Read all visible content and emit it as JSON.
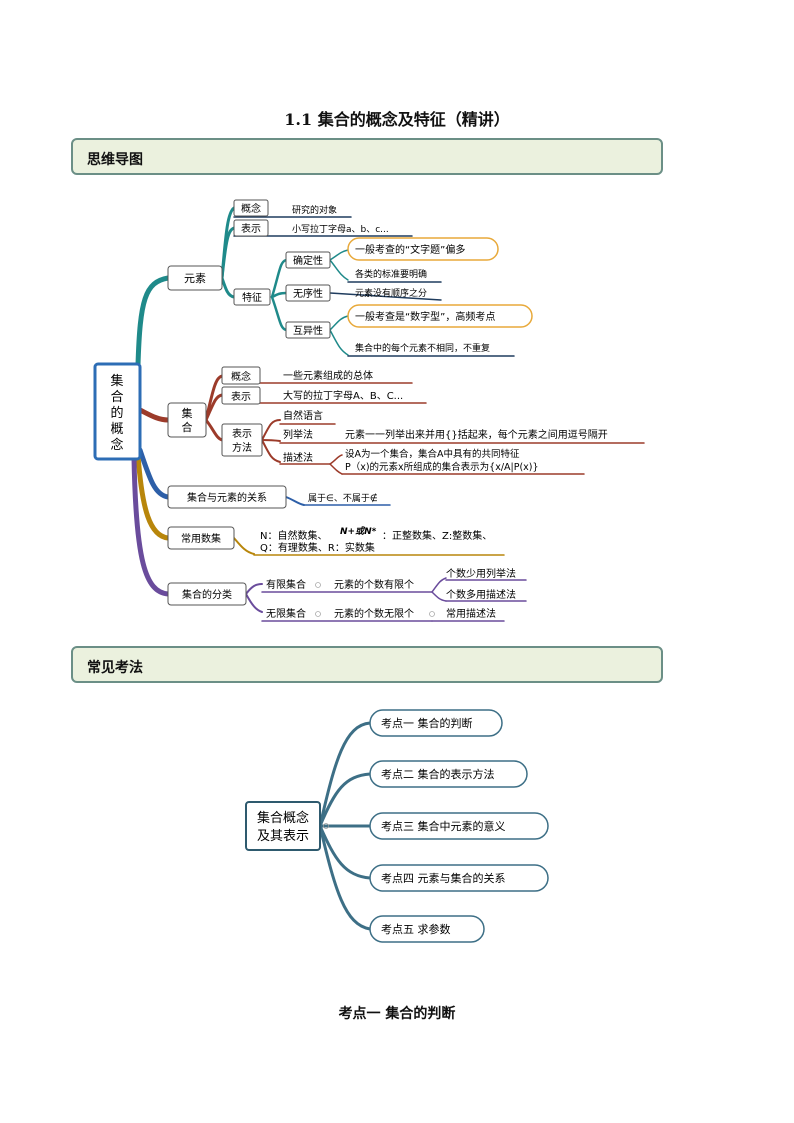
{
  "page_title": "1.1 集合的概念及特征（精讲）",
  "section1_title": "思维导图",
  "section2_title": "常见考法",
  "mindmap": {
    "root": "集合的概念",
    "element_branch": {
      "label": "元素",
      "concept": {
        "label": "概念",
        "text": "研究的对象"
      },
      "representation": {
        "label": "表示",
        "text": "小写拉丁字母a、b、c..."
      },
      "feature": {
        "label": "特征",
        "definite": {
          "label": "确定性",
          "callout": "一般考查的“文字题”偏多",
          "text": "各类的标准要明确"
        },
        "unordered": {
          "label": "无序性",
          "text": "元素没有顺序之分"
        },
        "distinct": {
          "label": "互异性",
          "callout": "一般考查是“数字型”，高频考点",
          "text": "集合中的每个元素不相同，不重复"
        }
      }
    },
    "set_branch": {
      "label": "集合",
      "concept": {
        "label": "概念",
        "text": "一些元素组成的总体"
      },
      "representation": {
        "label": "表示",
        "text": "大写的拉丁字母A、B、C..."
      },
      "methods": {
        "label": "表示方法",
        "natural": "自然语言",
        "listing": {
          "label": "列举法",
          "text": "元素一一列举出来并用{}括起来，每个元素之间用逗号隔开"
        },
        "description": {
          "label": "描述法",
          "text_line1": "设A为一个集合，集合A中具有的共同特征",
          "text_line2": "P（x)的元素x所组成的集合表示为{x/A|P(x)}"
        }
      }
    },
    "relation_branch": {
      "label": "集合与元素的关系",
      "text": "属于∈、不属于∉"
    },
    "common_sets_branch": {
      "label": "常用数集",
      "line1_a": "N：自然数集、",
      "math_symbol": "N+或N*",
      "line1_b": "：正整数集、Z:整数集、",
      "line2": "Q：有理数集、R：实数集"
    },
    "classification_branch": {
      "label": "集合的分类",
      "finite": {
        "label": "有限集合",
        "text": "元素的个数有限个",
        "sub1": "个数少用列举法",
        "sub2": "个数多用描述法"
      },
      "infinite": {
        "label": "无限集合",
        "text": "元素的个数无限个",
        "sub": "常用描述法"
      }
    }
  },
  "exam_points": {
    "center": "集合概念及其表示",
    "items": [
      "考点一  集合的判断",
      "考点二  集合的表示方法",
      "考点三    集合中元素的意义",
      "考点四    元素与集合的关系",
      "考点五    求参数"
    ]
  },
  "footer_title": "考点一  集合的判断",
  "colors": {
    "teal": "#1f8a8a",
    "brown": "#9c3b2a",
    "blue": "#2d5fa8",
    "gold": "#b8860b",
    "purple": "#6a4c9c",
    "callout": "#e8a93a",
    "navy": "#1f3c5e"
  }
}
